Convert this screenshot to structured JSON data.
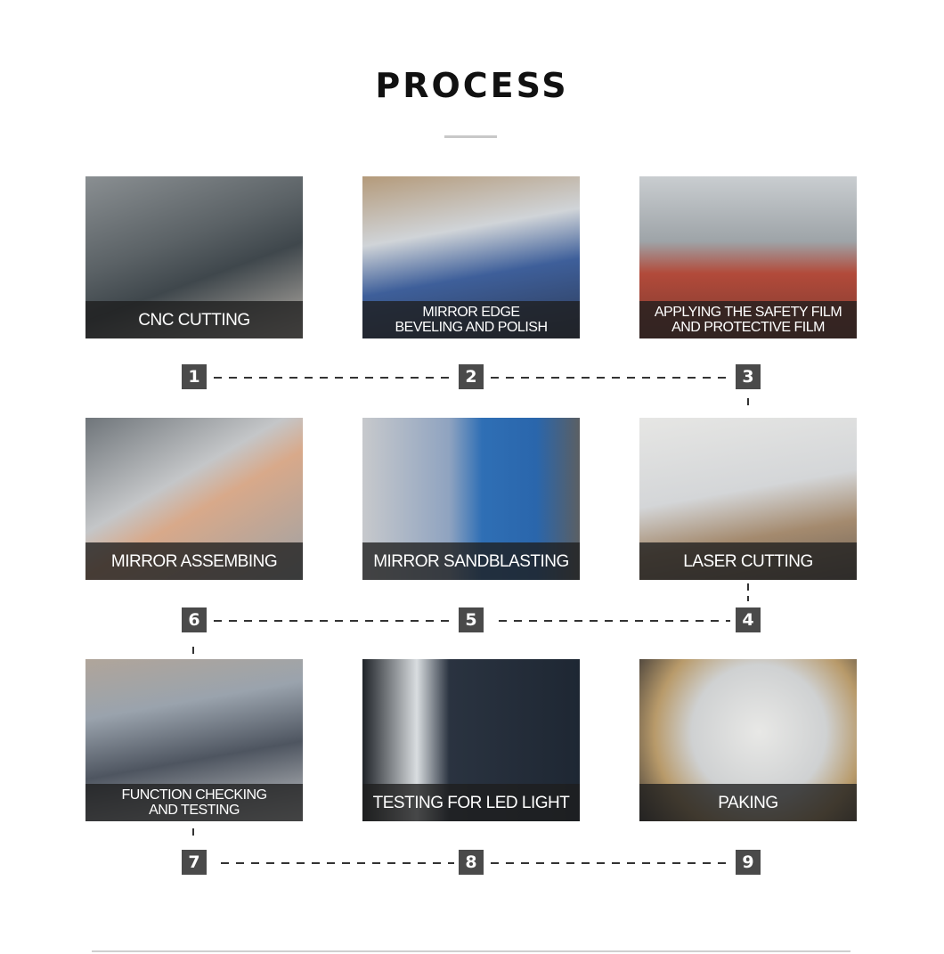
{
  "title": "PROCESS",
  "steps": [
    {
      "number": "1",
      "caption": "CNC CUTTING"
    },
    {
      "number": "2",
      "caption": "MIRROR EDGE\nBEVELING AND POLISH"
    },
    {
      "number": "3",
      "caption": "APPLYING THE SAFETY FILM\nAND PROTECTIVE FILM"
    },
    {
      "number": "4",
      "caption": "LASER CUTTING"
    },
    {
      "number": "5",
      "caption": "MIRROR SANDBLASTING"
    },
    {
      "number": "6",
      "caption": "MIRROR ASSEMBING"
    },
    {
      "number": "7",
      "caption": "FUNCTION CHECKING\nAND TESTING"
    },
    {
      "number": "8",
      "caption": "TESTING FOR LED LIGHT"
    },
    {
      "number": "9",
      "caption": "PAKING"
    }
  ]
}
